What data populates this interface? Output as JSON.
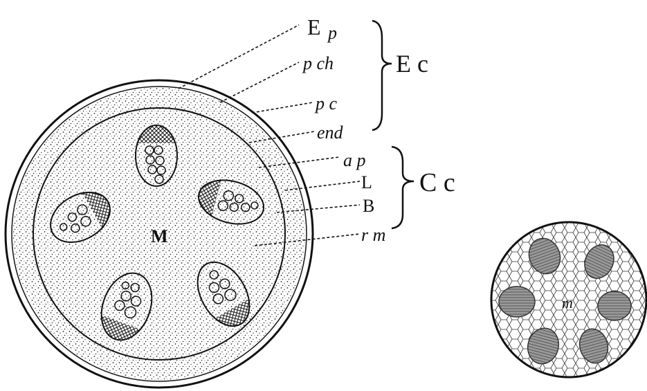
{
  "labels": {
    "ep": "E",
    "ep_sub": "p",
    "pch": "p ch",
    "pc": "p c",
    "end": "end",
    "ap": "a p",
    "l": "L",
    "b": "B",
    "rm": "r m",
    "ec": "E c",
    "cc": "C c",
    "m_left": "M",
    "m_right": "m"
  }
}
